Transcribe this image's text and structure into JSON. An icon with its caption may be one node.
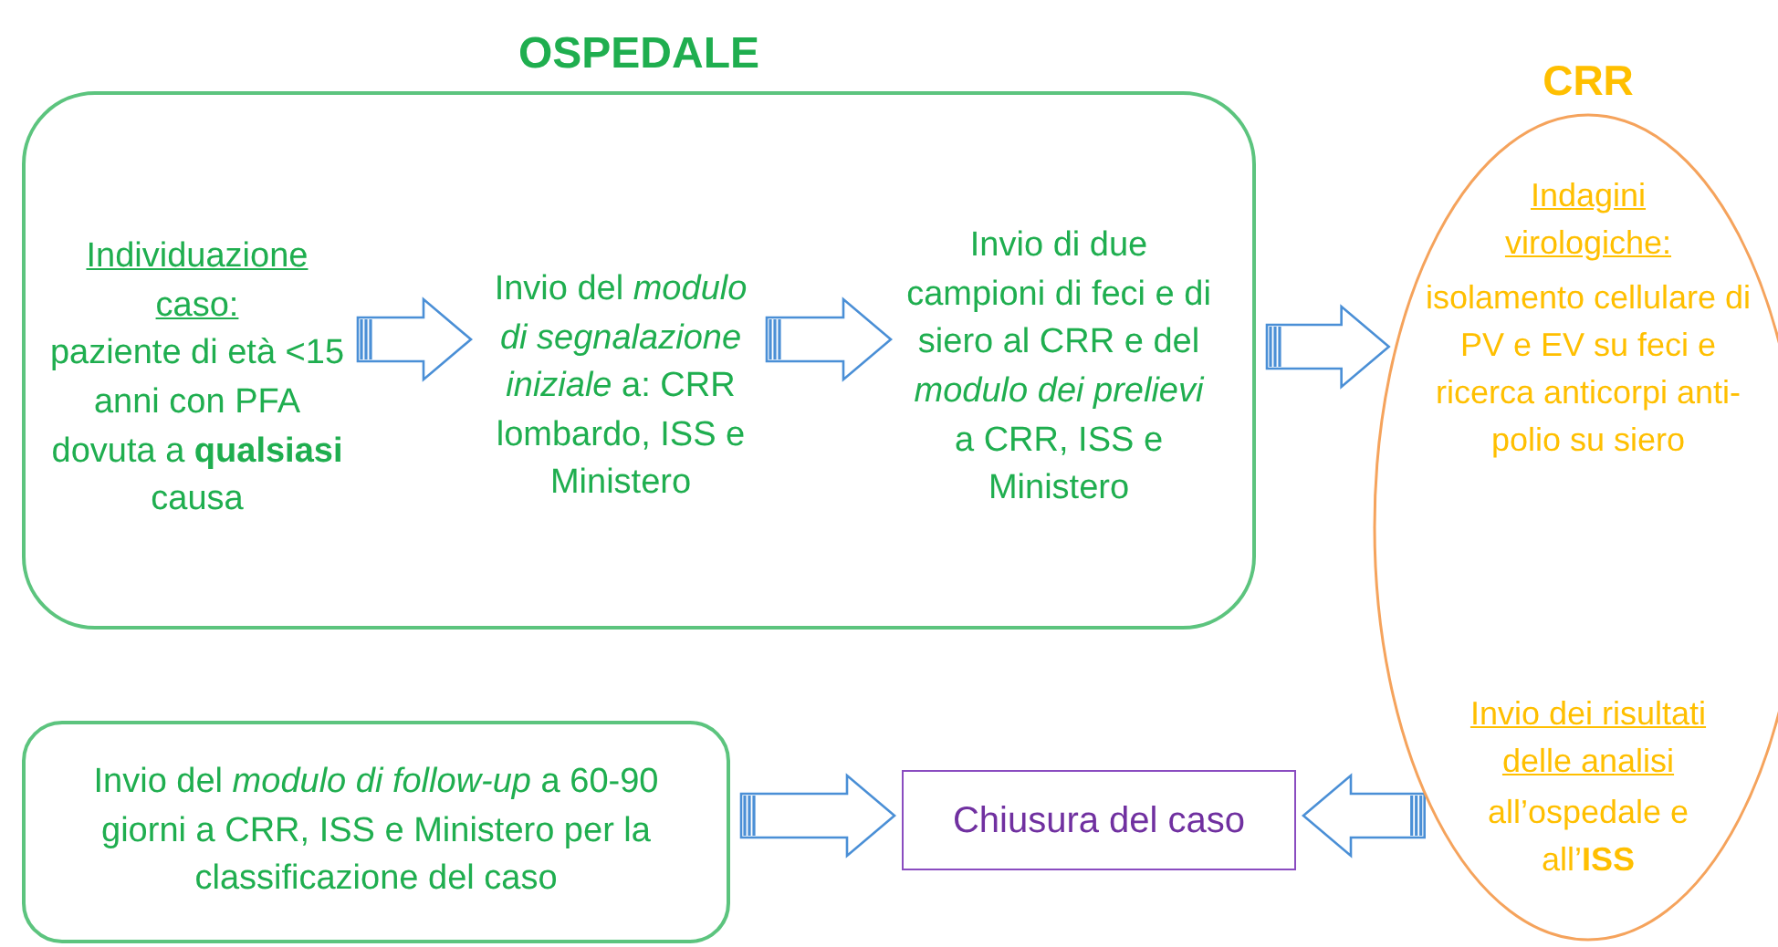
{
  "diagram": {
    "nodes": [
      {
        "text": [
          "OSPEDALE"
        ]
      },
      {
        "text": [
          "Individuazione caso:",
          "paziente di età <15 anni con PFA dovuta a **qualsiasi** causa"
        ],
        "in": 0
      },
      {
        "text": [
          "Invio del *modulo di segnalazione iniziale* a: CRR lombardo, ISS e Ministero"
        ],
        "in": 0
      },
      {
        "text": [
          "Invio di due campioni di feci e di siero al CRR e del *modulo dei prelievi* a CRR, ISS e Ministero"
        ],
        "in": 0
      },
      {
        "text": [
          "CRR",
          "Indagini virologiche:",
          "isolamento cellulare di PV e EV su feci e ricerca anticorpi anti-polio su siero",
          "Invio dei risultati delle analisi",
          "all’ospedale e all’**ISS**"
        ]
      },
      {
        "text": [
          "Invio del *modulo di follow-up* a 60-90 giorni a CRR, ISS e Ministero per la classificazione del caso"
        ]
      },
      {
        "text": [
          "Chiusura del caso"
        ]
      }
    ],
    "edges": [
      {
        "from": 1,
        "to": 2,
        "arrow": "to"
      },
      {
        "from": 2,
        "to": 3,
        "arrow": "to"
      },
      {
        "from": 0,
        "to": 4,
        "arrow": "to"
      },
      {
        "from": 5,
        "to": 6,
        "arrow": "to"
      },
      {
        "from": 4,
        "to": 6,
        "arrow": "to"
      }
    ]
  }
}
